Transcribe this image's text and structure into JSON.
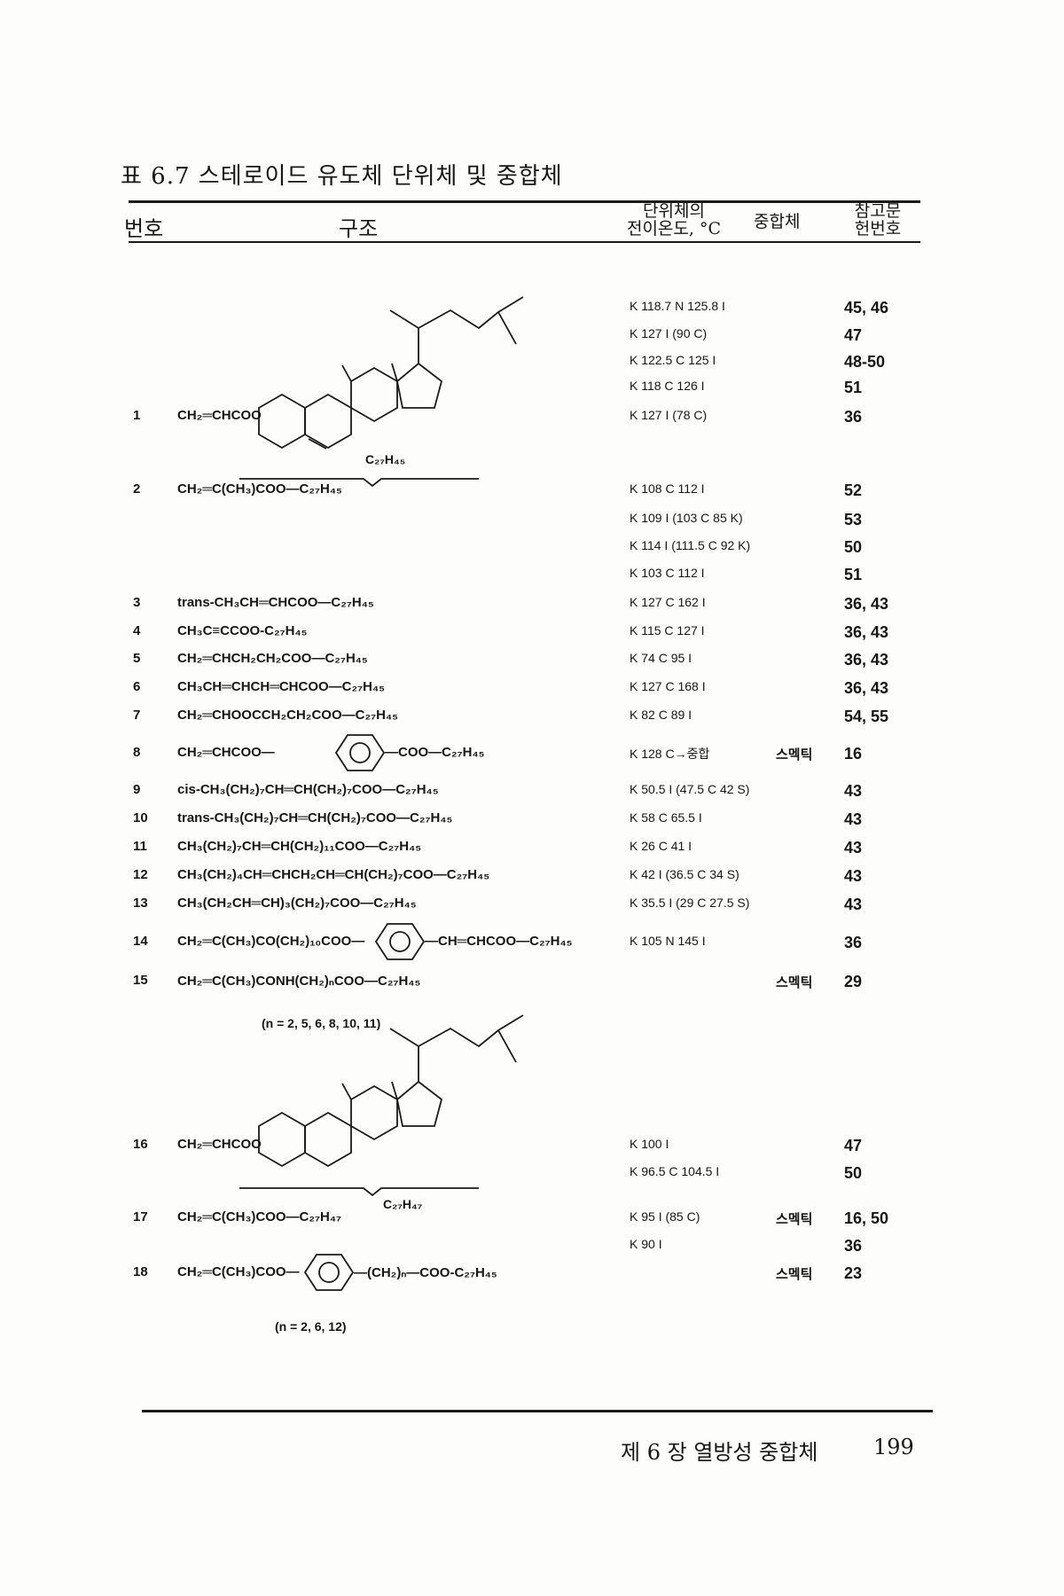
{
  "caption": "표 6.7  스테로이드 유도체 단위체 및 중합체",
  "header": {
    "no": "번호",
    "structure": "구조",
    "transition_line1": "단위체의",
    "transition_line2": "전이온도, °C",
    "polymer": "중합체",
    "ref_line1": "참고문",
    "ref_line2": "헌번호"
  },
  "group1": {
    "label_c27h45": "C₂₇H₄₅",
    "extra_rows": [
      {
        "trans": "K 118.7 N 125.8 I",
        "ref": "45, 46"
      },
      {
        "trans": "K 127 I (90 C)",
        "ref": "47"
      },
      {
        "trans": "K 122.5 C 125 I",
        "ref": "48-50"
      },
      {
        "trans": "K 118 C 126 I",
        "ref": "51"
      }
    ]
  },
  "rows": [
    {
      "no": "1",
      "structure": "CH₂═CHCOO",
      "trans": "K 127 I (78 C)",
      "poly": "",
      "ref": "36"
    },
    {
      "no": "2",
      "structure": "CH₂═C(CH₃)COO—C₂₇H₄₅",
      "trans": "K 108 C 112 I",
      "poly": "",
      "ref": "52"
    },
    {
      "no": "",
      "structure": "",
      "trans": "K 109 I (103 C 85 K)",
      "poly": "",
      "ref": "53"
    },
    {
      "no": "",
      "structure": "",
      "trans": "K 114 I (111.5 C 92 K)",
      "poly": "",
      "ref": "50"
    },
    {
      "no": "",
      "structure": "",
      "trans": "K 103 C 112 I",
      "poly": "",
      "ref": "51"
    },
    {
      "no": "3",
      "structure": "trans-CH₃CH═CHCOO—C₂₇H₄₅",
      "trans": "K 127 C 162 I",
      "poly": "",
      "ref": "36, 43"
    },
    {
      "no": "4",
      "structure": "CH₃C≡CCOO-C₂₇H₄₅",
      "trans": "K 115 C 127 I",
      "poly": "",
      "ref": "36, 43"
    },
    {
      "no": "5",
      "structure": "CH₂═CHCH₂CH₂COO—C₂₇H₄₅",
      "trans": "K 74 C 95 I",
      "poly": "",
      "ref": "36, 43"
    },
    {
      "no": "6",
      "structure": "CH₃CH═CHCH═CHCOO—C₂₇H₄₅",
      "trans": "K 127 C 168 I",
      "poly": "",
      "ref": "36, 43"
    },
    {
      "no": "7",
      "structure": "CH₂═CHOOCCH₂CH₂COO—C₂₇H₄₅",
      "trans": "K 82 C 89 I",
      "poly": "",
      "ref": "54, 55"
    },
    {
      "no": "8",
      "structure_left": "CH₂═CHCOO—",
      "structure_right": "—COO—C₂₇H₄₅",
      "trans": "K 128 C→중합",
      "poly": "스멕틱",
      "ref": "16"
    },
    {
      "no": "9",
      "structure": "cis-CH₃(CH₂)₇CH═CH(CH₂)₇COO—C₂₇H₄₅",
      "trans": "K 50.5 I (47.5 C 42 S)",
      "poly": "",
      "ref": "43"
    },
    {
      "no": "10",
      "structure": "trans-CH₃(CH₂)₇CH═CH(CH₂)₇COO—C₂₇H₄₅",
      "trans": "K 58 C 65.5 I",
      "poly": "",
      "ref": "43"
    },
    {
      "no": "11",
      "structure": "CH₃(CH₂)₇CH═CH(CH₂)₁₁COO—C₂₇H₄₅",
      "trans": "K 26 C 41 I",
      "poly": "",
      "ref": "43"
    },
    {
      "no": "12",
      "structure": "CH₃(CH₂)₄CH═CHCH₂CH═CH(CH₂)₇COO—C₂₇H₄₅",
      "trans": "K 42 I (36.5 C 34 S)",
      "poly": "",
      "ref": "43"
    },
    {
      "no": "13",
      "structure": "CH₃(CH₂CH═CH)₃(CH₂)₇COO—C₂₇H₄₅",
      "trans": "K 35.5 I (29 C 27.5 S)",
      "poly": "",
      "ref": "43"
    },
    {
      "no": "14",
      "structure_left": "CH₂═C(CH₃)CO(CH₂)₁₀COO—",
      "structure_right": "—CH═CHCOO—C₂₇H₄₅",
      "trans": "K 105 N 145 I",
      "poly": "",
      "ref": "36"
    },
    {
      "no": "15",
      "structure": "CH₂═C(CH₃)CONH(CH₂)ₙCOO—C₂₇H₄₅",
      "trans": "",
      "poly": "스멕틱",
      "ref": "29"
    },
    {
      "no": "16",
      "structure": "CH₂═CHCOO",
      "trans": "K 100 I",
      "poly": "",
      "ref": "47"
    },
    {
      "no": "",
      "structure": "",
      "trans": "K 96.5 C 104.5 I",
      "poly": "",
      "ref": "50"
    },
    {
      "no": "17",
      "structure": "CH₂═C(CH₃)COO—C₂₇H₄₇",
      "trans": "K 95 I (85 C)",
      "poly": "스멕틱",
      "ref": "16, 50"
    },
    {
      "no": "",
      "structure": "",
      "trans": "K 90 I",
      "poly": "",
      "ref": "36"
    },
    {
      "no": "18",
      "structure_left": "CH₂═C(CH₃)COO—",
      "structure_right": "—(CH₂)ₙ—COO-C₂₇H₄₅",
      "trans": "",
      "poly": "스멕틱",
      "ref": "23"
    }
  ],
  "notes": {
    "row15": "(n = 2, 5, 6, 8, 10, 11)",
    "row18": "(n = 2, 6, 12)",
    "label_c27h47": "C₂₇H₄₇"
  },
  "footer": {
    "chapter": "제 6 장  열방성 중합체",
    "page": "199"
  }
}
